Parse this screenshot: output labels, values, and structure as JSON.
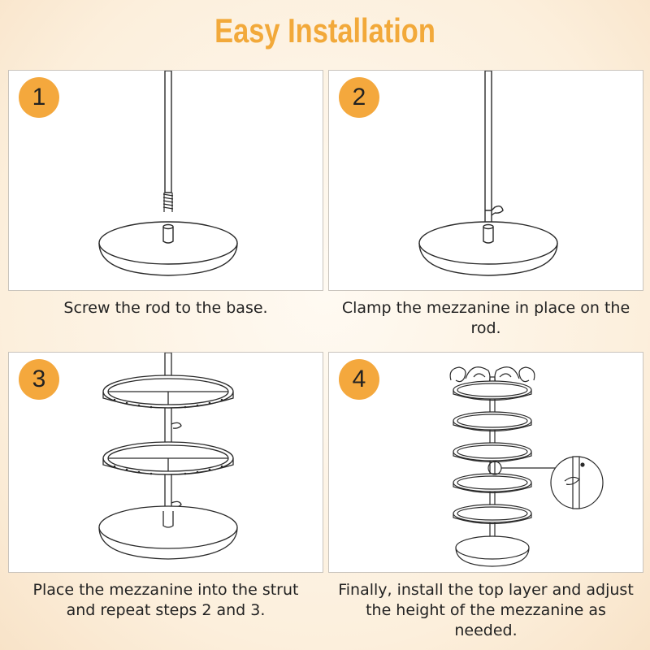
{
  "title": "Easy Installation",
  "accent_color": "#f4a83d",
  "steps": [
    {
      "number": "1",
      "caption": "Screw the rod to the base.",
      "illustration": "base-with-threaded-rod"
    },
    {
      "number": "2",
      "caption": "Clamp the mezzanine in place on the rod.",
      "illustration": "rod-clamped-on-base"
    },
    {
      "number": "3",
      "caption": "Place the mezzanine into the strut and repeat steps 2 and 3.",
      "illustration": "two-tier-assembly"
    },
    {
      "number": "4",
      "caption": "Finally, install the top layer and adjust the height of the mezzanine as needed.",
      "illustration": "completed-tower-with-detail-zoom"
    }
  ]
}
